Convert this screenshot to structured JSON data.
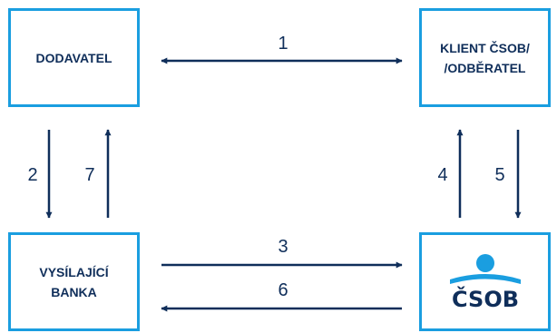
{
  "boxes": {
    "supplier": "DODAVATEL",
    "client": "KLIENT ČSOB/\n/ODBĚRATEL",
    "sending_bank": "VYSÍLAJÍCÍ\nBANKA",
    "csob_logo_text": "ČSOB"
  },
  "flows": [
    "1",
    "2",
    "3",
    "4",
    "5",
    "6",
    "7"
  ],
  "colors": {
    "box_border": "#1a9ee0",
    "arrow": "#0f2e5a",
    "text": "#0f2e5a",
    "logo_blue": "#0f2e5a",
    "logo_accent": "#1a9ee0"
  }
}
